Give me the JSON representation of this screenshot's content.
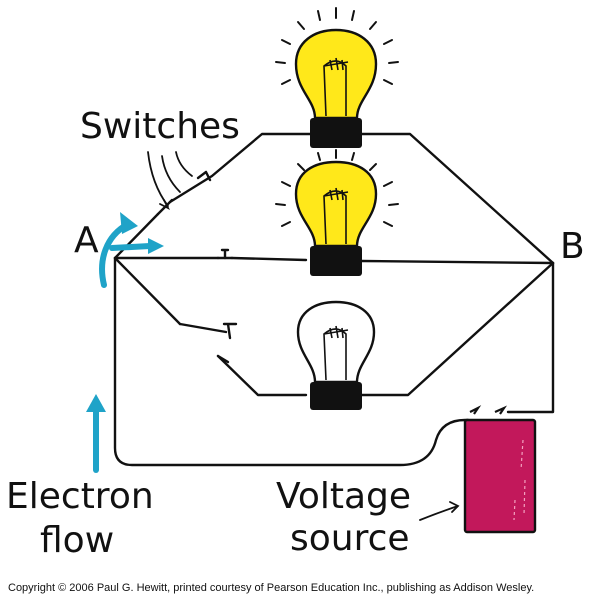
{
  "labels": {
    "switches": "Switches",
    "point_a": "A",
    "point_b": "B",
    "electron_flow_line1": "Electron",
    "electron_flow_line2": "flow",
    "voltage_source_line1": "Voltage",
    "voltage_source_line2": "source"
  },
  "copyright": "Copyright © 2006 Paul G. Hewitt, printed courtesy of Pearson Education Inc., publishing as Addison Wesley.",
  "colors": {
    "wire": "#111111",
    "bulb_lit": "#ffe81a",
    "bulb_unlit": "#ffffff",
    "bulb_base": "#111111",
    "electron_arrow": "#1fa3c8",
    "battery": "#c2185b"
  },
  "bulbs": [
    {
      "state": "lit"
    },
    {
      "state": "lit"
    },
    {
      "state": "unlit"
    }
  ],
  "switches": [
    {
      "state": "closed"
    },
    {
      "state": "closed"
    },
    {
      "state": "open"
    }
  ]
}
